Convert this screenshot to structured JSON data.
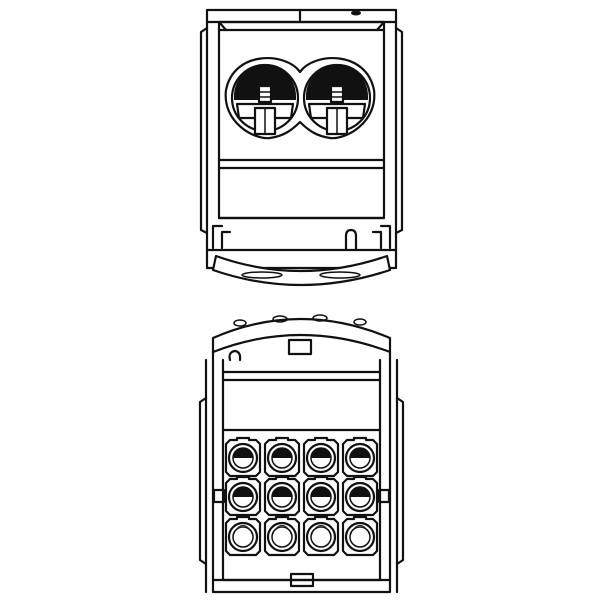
{
  "drawing": {
    "views": [
      "top-view-output-side",
      "bottom-view-input-side"
    ],
    "output_side": {
      "terminal_count": 2,
      "screw_count": 2
    },
    "input_side": {
      "rows": 3,
      "columns": 4,
      "terminal_count": 12
    },
    "colors": {
      "line": "#111111",
      "background": "#ffffff",
      "fill": "#ffffff"
    }
  }
}
